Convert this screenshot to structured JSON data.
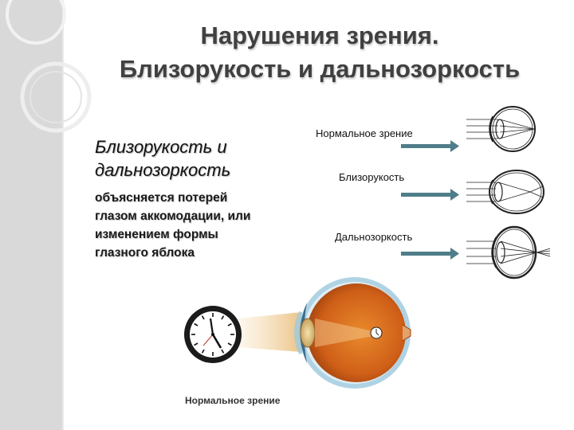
{
  "slide": {
    "title_line1": "Нарушения зрения.",
    "title_line2": "Близорукость и дальнозоркость",
    "body_heading_line1": "Близорукость и",
    "body_heading_line2": "дальнозоркость",
    "body_lines": [
      "объясняется потерей",
      "глазом аккомодации, или",
      "изменением формы",
      "глазного яблока"
    ]
  },
  "diagram": {
    "conditions": [
      {
        "label": "Нормальное зрение"
      },
      {
        "label": "Близорукость"
      },
      {
        "label": "Дальнозоркость"
      }
    ],
    "bottom_caption": "Нормальное зрение",
    "icons": [
      "clock-icon",
      "eyeball-icon",
      "arrow-right-icon"
    ]
  },
  "colors": {
    "band": "#d9d9d9",
    "arrow": "#4f7d8a",
    "title_text": "#404040",
    "eye_fill": "#d2641c"
  }
}
